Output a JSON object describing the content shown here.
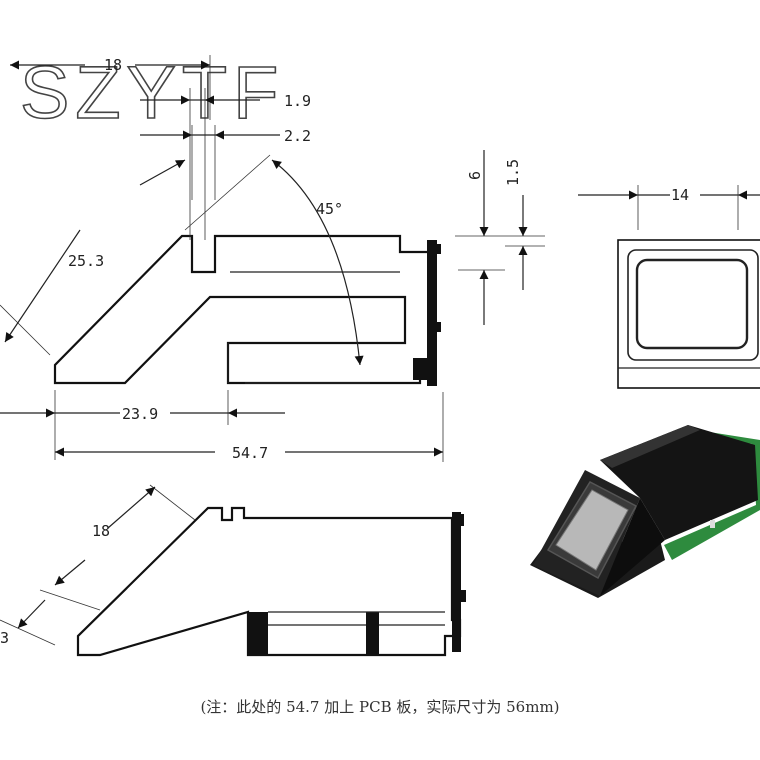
{
  "watermark": "SZYTF",
  "dimensions": {
    "d18_top": "18",
    "d1_9": "1.9",
    "d2_2": "2.2",
    "d45": "45°",
    "d25_3": "25.3",
    "d23_9": "23.9",
    "d54_7": "54.7",
    "d6": "6",
    "d1_5": "1.5",
    "d14": "14",
    "d18_side": "18",
    "d3": "3"
  },
  "note": "(注：此处的 54.7 加上 PCB 板，实际尺寸为 56mm)",
  "colors": {
    "line": "#222222",
    "pcb": "#111111",
    "pcb_green": "#2e8b3e",
    "sensor_glass": "#b8b8b8"
  }
}
